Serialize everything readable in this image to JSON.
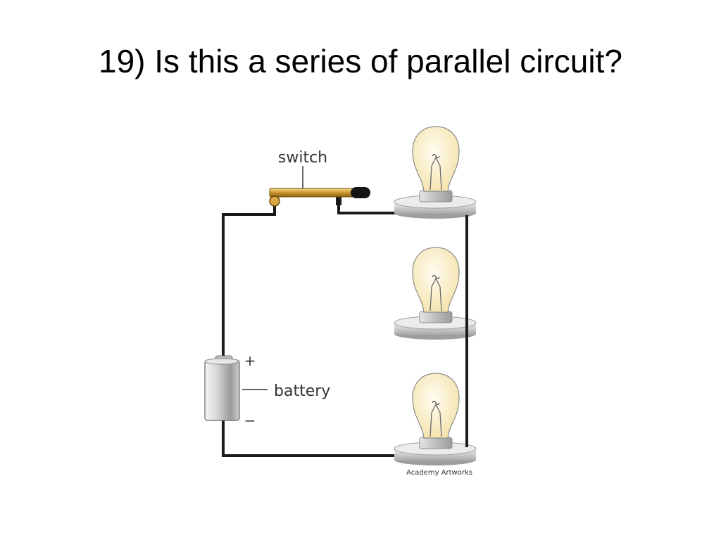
{
  "slide": {
    "title": "19) Is this a series of parallel circuit?"
  },
  "diagram": {
    "switch_label": "switch",
    "battery_label": "battery",
    "plus_sign": "+",
    "minus_sign": "−",
    "credit": "Academy Artworks"
  }
}
